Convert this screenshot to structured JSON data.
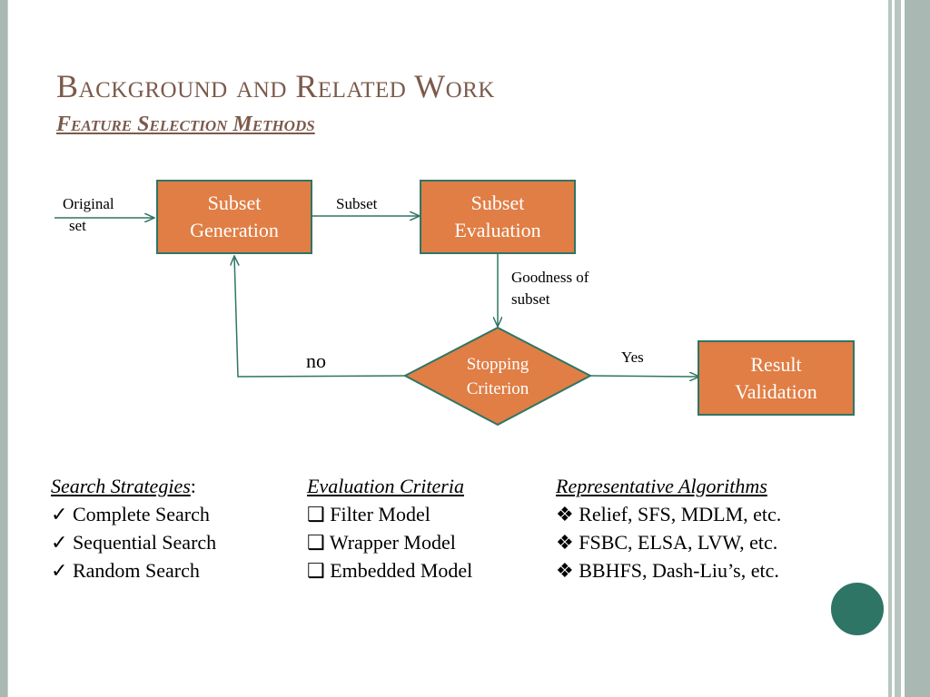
{
  "title": "Background and Related Work",
  "subtitle": "Feature Selection Methods",
  "diagram": {
    "nodes": {
      "subset_generation": [
        "Subset",
        "Generation"
      ],
      "subset_evaluation": [
        "Subset",
        "Evaluation"
      ],
      "stopping_criterion": [
        "Stopping",
        "Criterion"
      ],
      "result_validation": [
        "Result",
        "Validation"
      ]
    },
    "edge_labels": {
      "original_set": [
        "Original",
        "set"
      ],
      "subset": "Subset",
      "goodness": [
        "Goodness of",
        "subset"
      ],
      "no": "no",
      "yes": "Yes"
    }
  },
  "columns": {
    "search": {
      "header": "Search Strategies",
      "header_suffix": ":",
      "bullet": "✓",
      "items": [
        "Complete Search",
        "Sequential Search",
        "Random Search"
      ]
    },
    "evaluation": {
      "header": "Evaluation Criteria",
      "bullet": "❑",
      "items": [
        "Filter Model",
        "Wrapper Model",
        "Embedded Model"
      ]
    },
    "algorithms": {
      "header": "Representative Algorithms",
      "bullet": "❖",
      "items": [
        "Relief, SFS, MDLM, etc.",
        "FSBC, ELSA, LVW, etc.",
        "BBHFS, Dash-Liu’s, etc."
      ]
    }
  },
  "colors": {
    "title": "#7b5a4b",
    "box_fill": "#e07e45",
    "box_border": "#2e7566",
    "arrow": "#2e7566",
    "accent_dot": "#2e7566"
  }
}
